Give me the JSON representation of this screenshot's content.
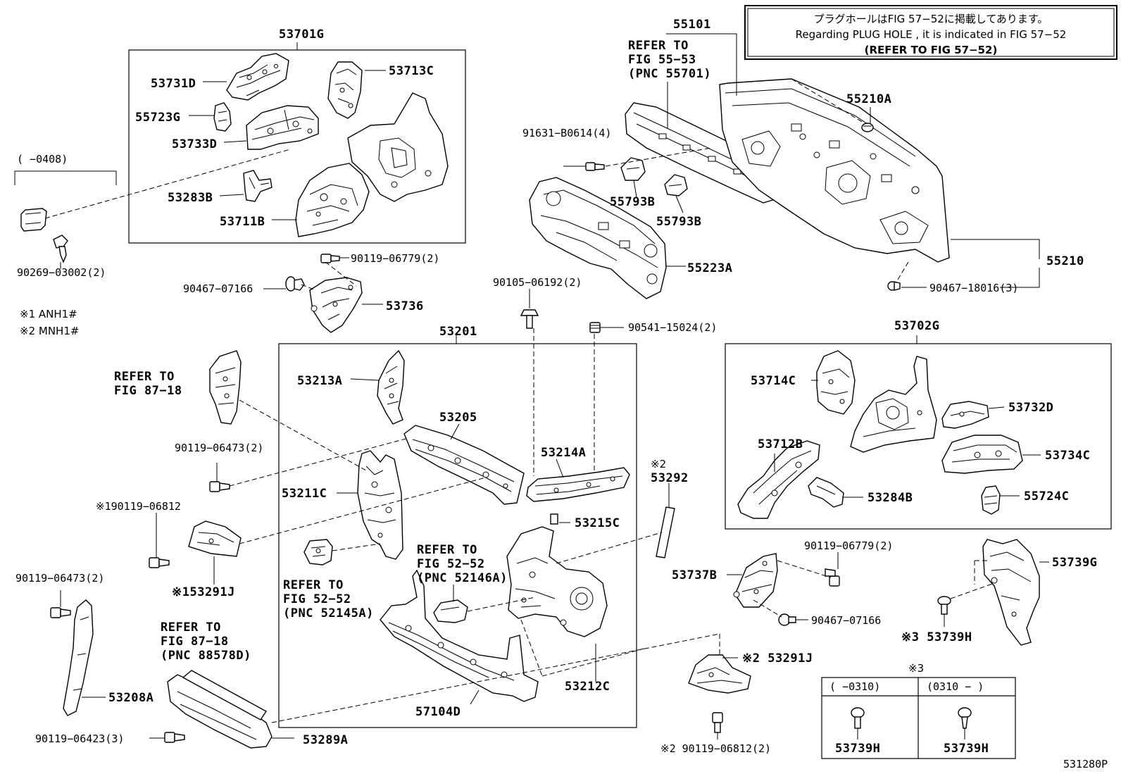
{
  "note_box": {
    "line1": "プラグホールはFIG 57−52に掲載してあります。",
    "line2": "Regarding  PLUG  HOLE , it is indicated in FIG  57−52",
    "line3": "(REFER TO FIG 57−52)"
  },
  "legend": {
    "mark1": "※1 ANH1#",
    "mark2": "※2 MNH1#"
  },
  "labels": {
    "p53701G": "53701G",
    "p53731D": "53731D",
    "p53713C": "53713C",
    "p55723G": "55723G",
    "p53733D": "53733D",
    "p53283B": "53283B",
    "p53711B": "53711B",
    "range_0408": "(    −0408)",
    "p90269_03002": "90269−03002(2)",
    "p90119_06779_top": "90119−06779(2)",
    "p90467_07166_left": "90467−07166",
    "p53736": "53736",
    "p55101": "55101",
    "refer_55_53_a": "REFER TO",
    "refer_55_53_b": "FIG 55−53",
    "refer_55_53_c": "(PNC 55701)",
    "p55210A": "55210A",
    "p91631_B0614": "91631−B0614(4)",
    "p55793B_1": "55793B",
    "p55793B_2": "55793B",
    "p55223A": "55223A",
    "p55210": "55210",
    "p90467_18016": "90467−18016(3)",
    "p90105_06192": "90105−06192(2)",
    "p90541_15024": "90541−15024(2)",
    "p53201": "53201",
    "p53702G": "53702G",
    "refer_87_18_a": "REFER TO",
    "refer_87_18_b": "FIG 87−18",
    "p53213A": "53213A",
    "p53205": "53205",
    "p53214A": "53214A",
    "p90119_06473_mid": "90119−06473(2)",
    "p53211C": "53211C",
    "mark_53292": "※2",
    "p53292": "53292",
    "p53215C": "53215C",
    "p90119_06812_left": "※190119−06812",
    "p53291J_left": "※153291J",
    "refer_52_52_a1": "REFER TO",
    "refer_52_52_a2": "FIG 52−52",
    "refer_52_52_a3": "(PNC 52146A)",
    "refer_52_52_b1": "REFER TO",
    "refer_52_52_b2": "FIG 52−52",
    "refer_52_52_b3": "(PNC 52145A)",
    "p90119_06473_left": "90119−06473(2)",
    "refer_88578D_a": "REFER TO",
    "refer_88578D_b": "FIG 87−18",
    "refer_88578D_c": "(PNC 88578D)",
    "p53208A": "53208A",
    "p57104D": "57104D",
    "p53212C": "53212C",
    "p90119_06423": "90119−06423(3)",
    "p53289A": "53289A",
    "p53714C": "53714C",
    "p53732D": "53732D",
    "p53712B": "53712B",
    "p53734C": "53734C",
    "p53284B": "53284B",
    "p55724C": "55724C",
    "p90119_06779_right": "90119−06779(2)",
    "p53739G": "53739G",
    "p53737B": "53737B",
    "p90467_07166_right": "90467−07166",
    "p53739H_main": "※3 53739H",
    "p53291J_right": "※2 53291J",
    "p90119_06812_right": "※2 90119−06812(2)",
    "mark3": "※3",
    "range_0310_a": "(    −0310)",
    "range_0310_b": "(0310 −    )",
    "p53739H_a": "53739H",
    "p53739H_b": "53739H",
    "fig_code": "531280P"
  }
}
